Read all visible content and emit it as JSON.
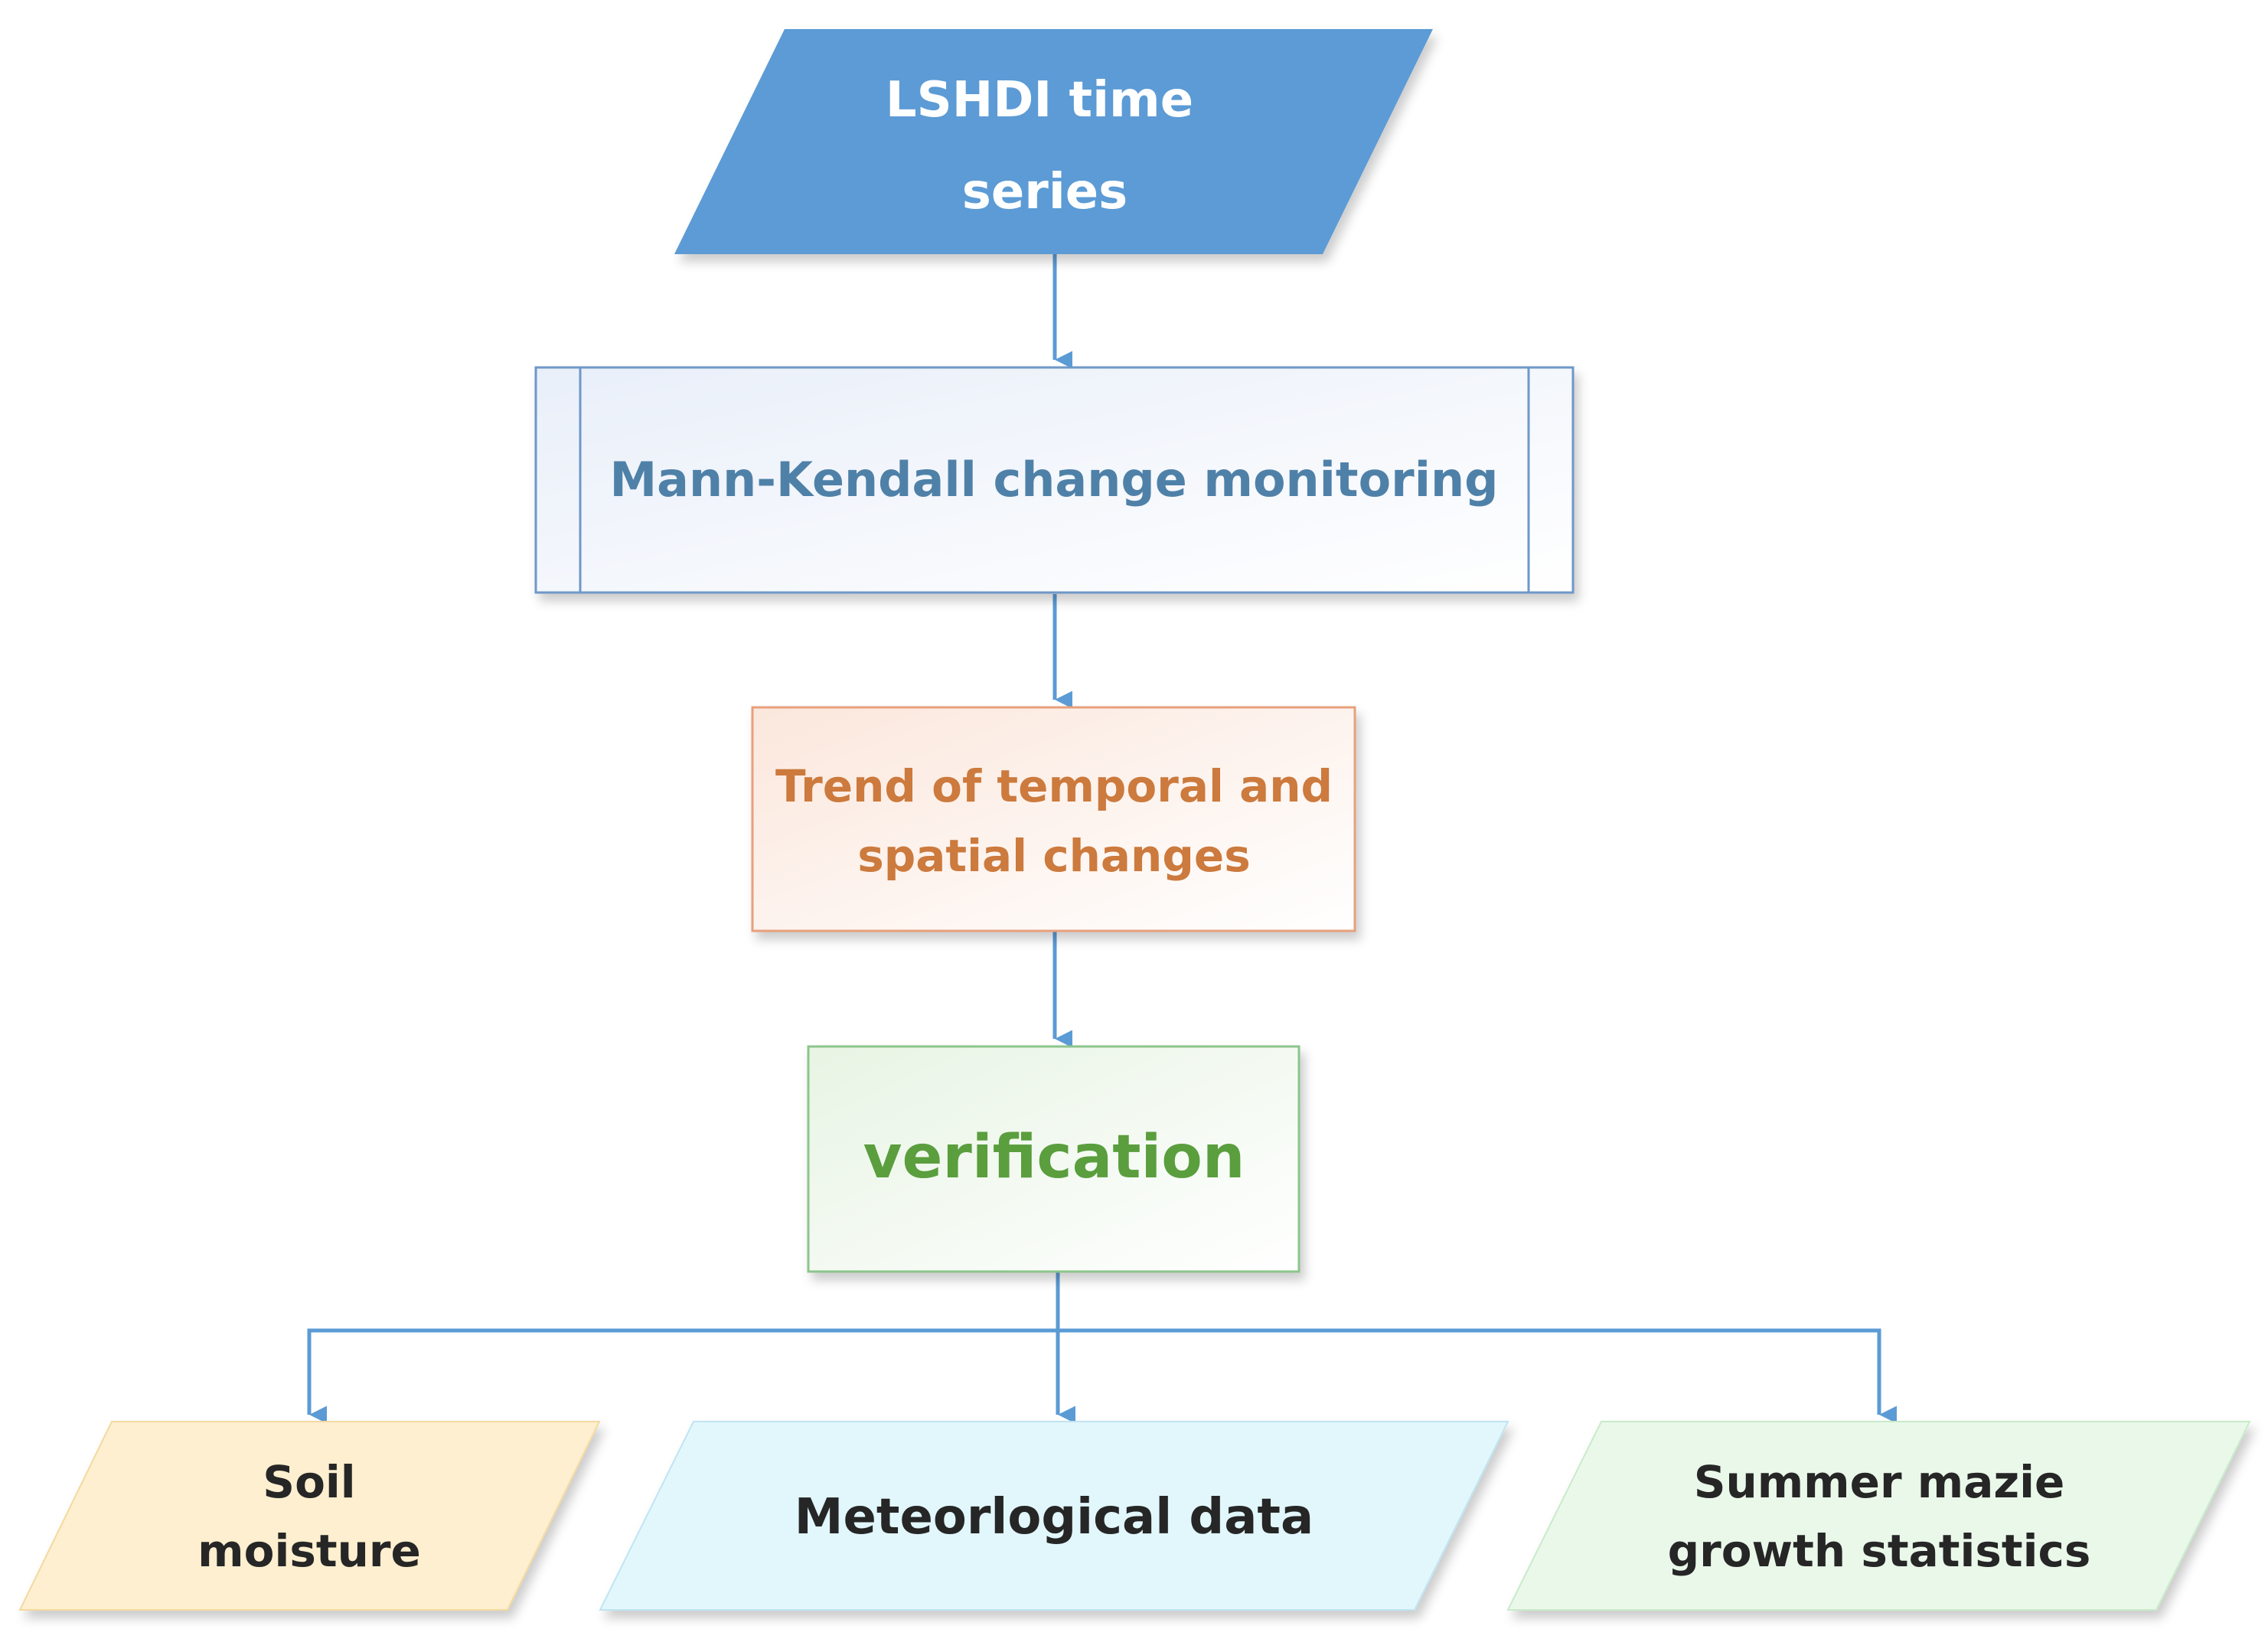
{
  "diagram": {
    "nodes": {
      "input": {
        "lines": [
          "LSHDI time",
          "series"
        ]
      },
      "mk": {
        "label": "Mann-Kendall change monitoring"
      },
      "trend": {
        "lines": [
          "Trend of temporal and",
          "spatial changes"
        ]
      },
      "verify": {
        "label": "verification"
      },
      "soil": {
        "lines": [
          "Soil",
          "moisture"
        ]
      },
      "meteo": {
        "label": "Meteorlogical data"
      },
      "maize": {
        "lines": [
          "Summer mazie",
          "growth statistics"
        ]
      }
    },
    "colors": {
      "connector": "#5b9bd5",
      "input_fill": "#5b9bd5",
      "input_text": "#ffffff",
      "mk_border": "#6e98c8",
      "mk_text": "#4f81a8",
      "trend_border": "#e8a07c",
      "trend_text": "#cc7a3d",
      "verify_border": "#8cc58c",
      "verify_text": "#5a9e3e",
      "soil_fill": "#fdefcf",
      "meteo_fill": "#e2f7fc",
      "maize_fill": "#eaf8ea",
      "output_text": "#262626"
    }
  }
}
